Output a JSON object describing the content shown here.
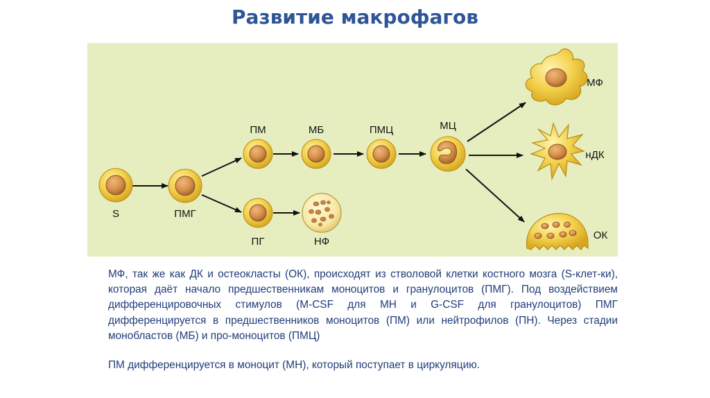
{
  "slide": {
    "title": "Развитие макрофагов"
  },
  "diagram": {
    "background_color": "#E6EEC0",
    "cell_color": "#F2D250",
    "nucleus_color": "#D4904A",
    "labels": {
      "s": "S",
      "pmg": "ПМГ",
      "pm": "ПМ",
      "mb": "МБ",
      "pmc": "ПМЦ",
      "mc": "МЦ",
      "pg": "ПГ",
      "nf": "НФ",
      "mf": "МФ",
      "ndk": "нДК",
      "ok": "ОК"
    }
  },
  "caption": {
    "paragraph1": "МФ, так же как ДК и остеокласты (ОК), происходят из стволовой клетки костного мозга (S-клет-ки), которая даёт начало предшественникам моноцитов и гранулоцитов (ПМГ). Под воздействием дифференцировочных стимулов (M-CSF для МН и G-CSF для гранулоцитов) ПМГ дифференцируется в предшественников моноцитов (ПМ) или нейтрофилов (ПН). Через стадии монобластов (МБ) и про-моноцитов (ПМЦ)",
    "paragraph2": "ПМ дифференцируется в моноцит (МН), который поступает в циркуляцию."
  }
}
